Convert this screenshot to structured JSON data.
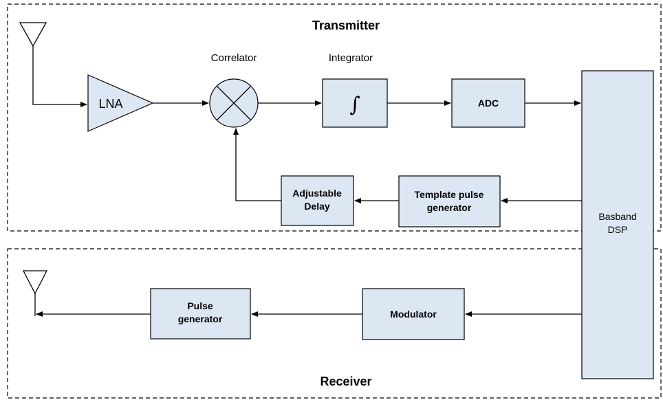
{
  "sections": {
    "transmitter_title": "Transmitter",
    "receiver_title": "Receiver"
  },
  "labels": {
    "correlator": "Correlator",
    "integrator": "Integrator"
  },
  "blocks": {
    "lna": "LNA",
    "integrator_symbol": "∫",
    "adc": "ADC",
    "adjustable_delay": [
      "Adjustable",
      "Delay"
    ],
    "template_pulse_generator": [
      "Template pulse",
      "generator"
    ],
    "baseband_dsp": [
      "Basband",
      "DSP"
    ],
    "modulator": "Modulator",
    "pulse_generator": [
      "Pulse",
      "generator"
    ]
  },
  "colors": {
    "block_fill": "#dde6f3",
    "stroke": "#000000"
  }
}
